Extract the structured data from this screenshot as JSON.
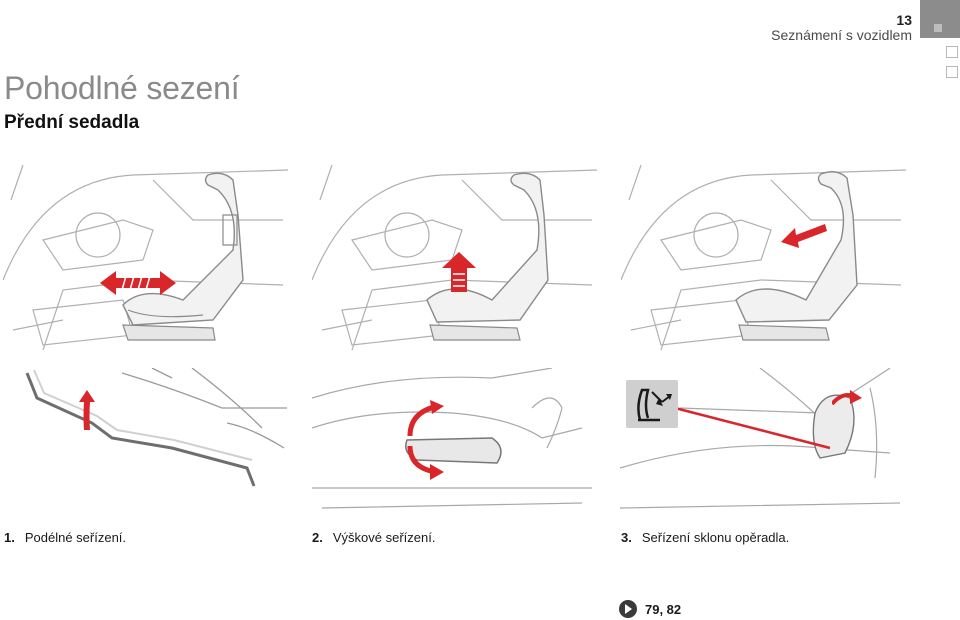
{
  "header": {
    "page_number": "13",
    "section_name": "Seznámení s vozidlem"
  },
  "title": {
    "chapter": "Pohodlné sezení",
    "subtitle": "Přední sedadla"
  },
  "illustrations": {
    "top": [
      {
        "name": "seat-longitudinal-illustration",
        "arrow": "horizontal-double-arrow"
      },
      {
        "name": "seat-height-illustration",
        "arrow": "up-arrow"
      },
      {
        "name": "seat-backrest-illustration",
        "arrow": "diagonal-arrow"
      }
    ],
    "bottom": [
      {
        "name": "longitudinal-bar-detail",
        "arrow": "curved-up-arrow"
      },
      {
        "name": "height-lever-detail",
        "arrow": "curved-double-arrow"
      },
      {
        "name": "backrest-knob-detail",
        "arrow": "curved-right-arrow",
        "symbol": "backrest-tilt-icon"
      }
    ],
    "accent_color": "#d9262b",
    "line_color": "#b0b0b0"
  },
  "captions": [
    {
      "number": "1.",
      "text": "Podélné seřízení."
    },
    {
      "number": "2.",
      "text": "Výškové seřízení."
    },
    {
      "number": "3.",
      "text": "Seřízení sklonu opěradla."
    }
  ],
  "page_reference": {
    "text": "79, 82",
    "icon": "page-reference-icon"
  }
}
